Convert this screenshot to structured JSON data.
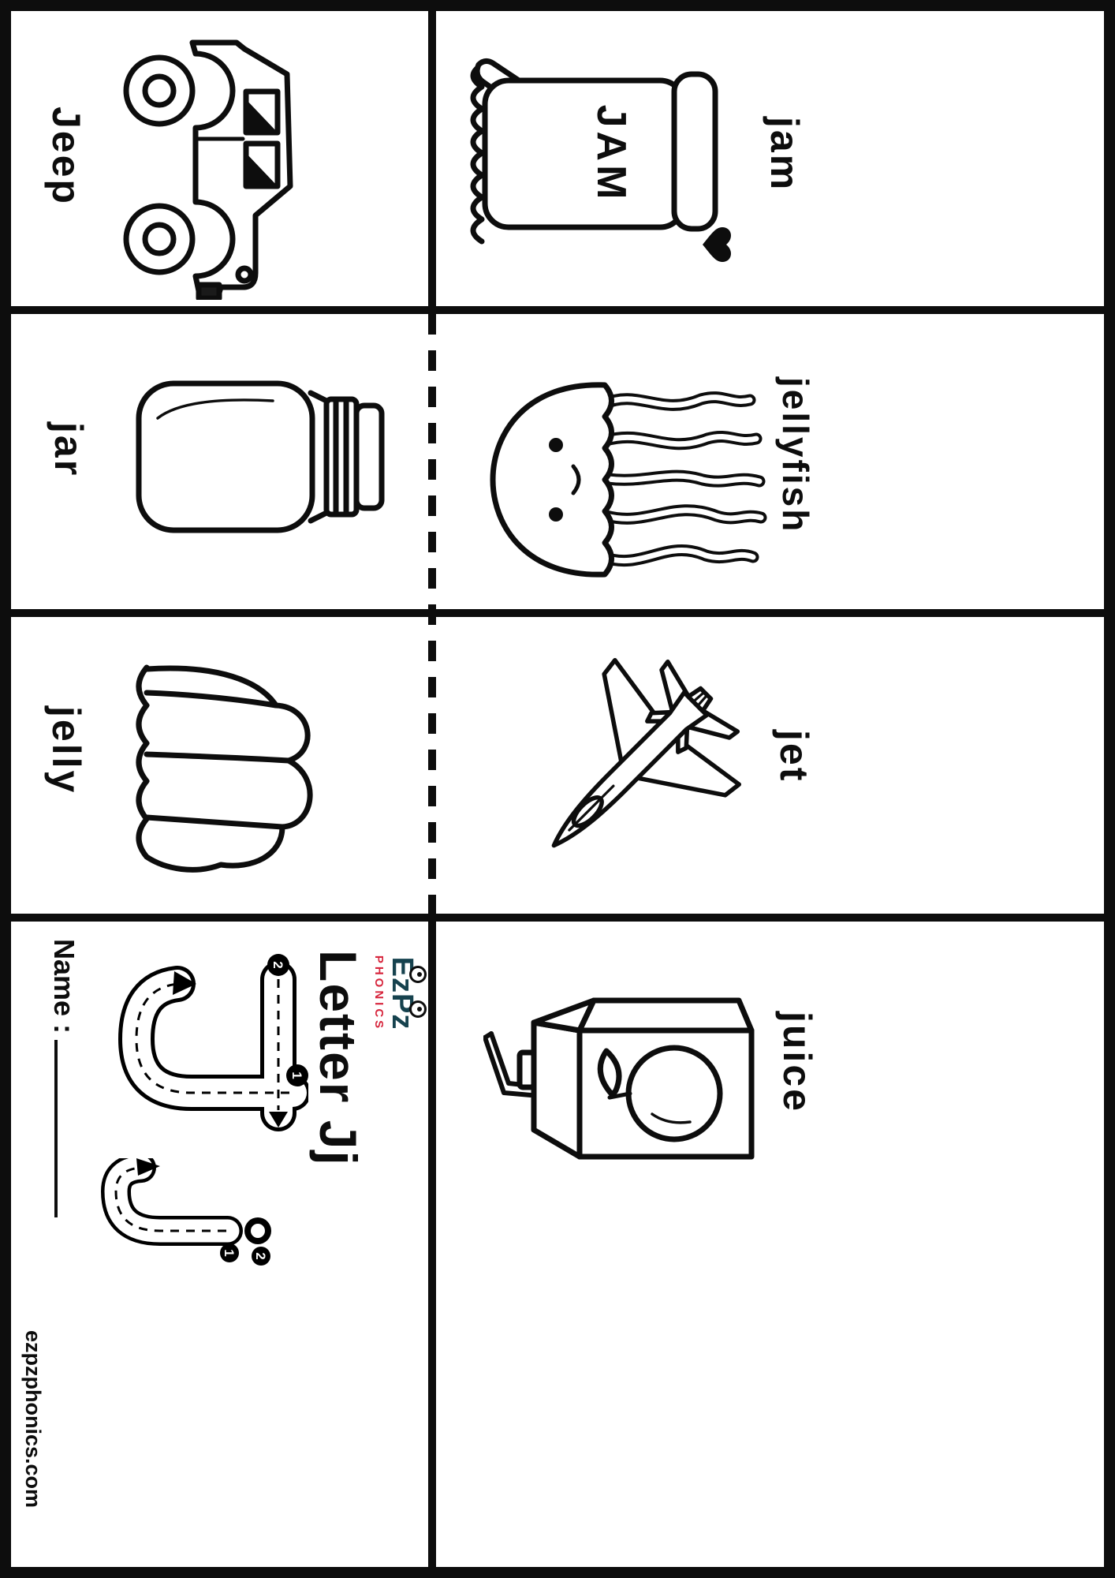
{
  "worksheet": {
    "title_card": {
      "logo_text": "EzPz",
      "logo_subtext": "PHONICS",
      "title": "Letter Jj",
      "name_label": "Name :",
      "website": "ezpzphonics.com",
      "upper_trace": {
        "stroke1_num": "1",
        "stroke2_num": "2"
      },
      "lower_trace": {
        "stroke1_num": "1",
        "stroke2_num": "2"
      }
    },
    "cards": {
      "jeep": {
        "word": "Jeep"
      },
      "jam": {
        "word": "jam",
        "jar_label": "JAM"
      },
      "jar": {
        "word": "jar"
      },
      "jellyfish": {
        "word": "jellyfish"
      },
      "jelly": {
        "word": "jelly"
      },
      "jet": {
        "word": "jet"
      },
      "juice": {
        "word": "juice"
      }
    },
    "colors": {
      "ink": "#0d0d0d",
      "logo_dark": "#16424e",
      "logo_accent": "#d7263d",
      "paper": "#ffffff"
    }
  }
}
